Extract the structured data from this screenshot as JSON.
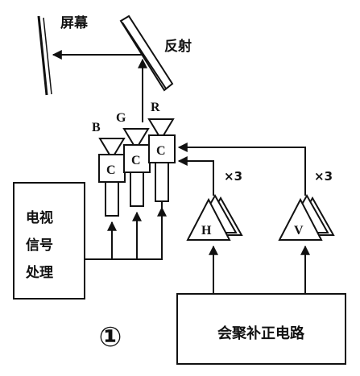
{
  "labels": {
    "screen": "屏幕",
    "mirror": "反射",
    "b": "B",
    "g": "G",
    "r": "R",
    "c1": "C",
    "c2": "C",
    "c3": "C",
    "tv_line1": "电视",
    "tv_line2": "信号",
    "tv_line3": "处理",
    "h": "H",
    "v": "V",
    "h_count": "×3",
    "v_count": "×3",
    "conv_circuit": "会聚补正电路",
    "figure_no": "①"
  }
}
